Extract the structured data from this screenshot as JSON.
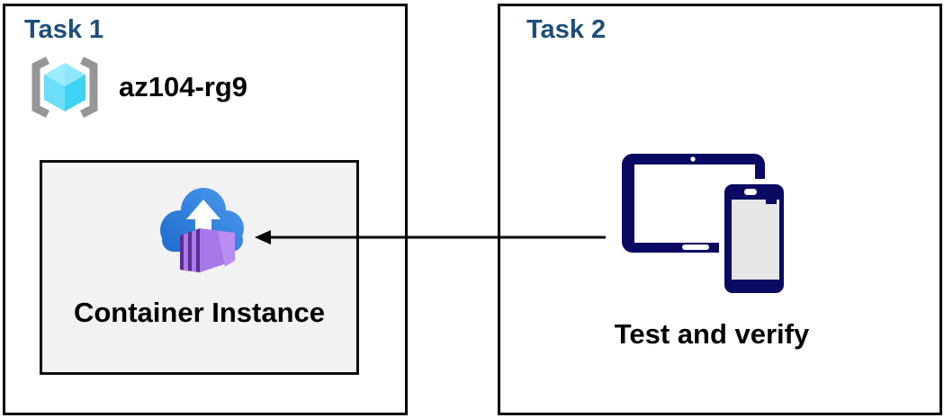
{
  "task1": {
    "title": "Task 1",
    "resource_group_name": "az104-rg9",
    "container_instance_label": "Container Instance"
  },
  "task2": {
    "title": "Task 2",
    "label": "Test and verify"
  },
  "arrow": {
    "direction": "right-to-left",
    "from": "devices-icon",
    "to": "container-instance-icon"
  },
  "icons": {
    "resource_group": "resource-group-icon",
    "container_instance": "container-instance-icon",
    "devices": "devices-icon"
  },
  "colors": {
    "title_blue": "#1F4E79",
    "box_border": "#000000",
    "inner_box_bg": "#F2F2F2",
    "label_black": "#000000",
    "device_navy": "#0A0A62",
    "phone_screen_gray": "#E6E6E6",
    "cloud_blue_light": "#4796EA",
    "cloud_blue_dark": "#2270CF",
    "container_purple": "#A678E8",
    "container_purple_light": "#B98CF1",
    "container_purple_dark": "#5C2D90",
    "cube_cyan_top": "#9DEBFF",
    "cube_cyan_left": "#6CDEF8",
    "cube_cyan_right": "#3ED2F5",
    "bracket_gray": "#969696"
  }
}
